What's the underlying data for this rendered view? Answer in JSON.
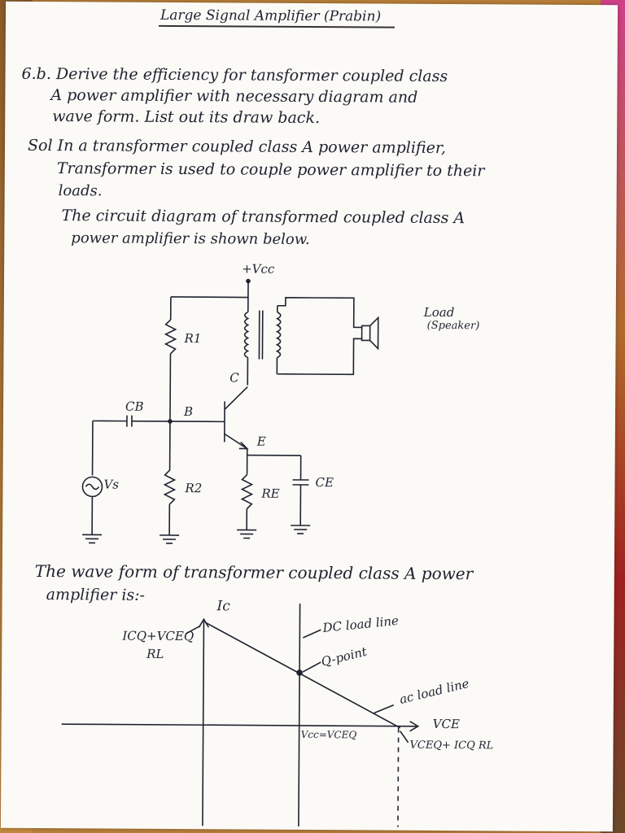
{
  "page": {
    "title": "Large Signal Amplifier (Prabin)",
    "question": {
      "line1": "6.b. Derive the efficiency for tansformer coupled class",
      "line2": "A power amplifier with necessary diagram and",
      "line3": "wave form. List out its draw back."
    },
    "answer": {
      "line1": "Sol In a transformer coupled class A power amplifier,",
      "line2": "Transformer is used to couple power amplifier to their",
      "line3": "loads."
    },
    "circuit_intro": {
      "line1": "The circuit diagram of transformed coupled class A",
      "line2": "power amplifier is shown below."
    },
    "circuit_labels": {
      "vcc": "+Vcc",
      "r1": "R1",
      "r2": "R2",
      "re": "RE",
      "ce": "CE",
      "cb": "CB",
      "b": "B",
      "c": "C",
      "e": "E",
      "vs": "Vs",
      "load1": "Load",
      "load2": "(Speaker)"
    },
    "waveform_intro": {
      "line1": "The wave form of transformer coupled class A power",
      "line2": "amplifier is:-"
    },
    "graph_labels": {
      "ic": "Ic",
      "y_intercept_top": "ICQ+VCEQ",
      "y_intercept_bottom": "RL",
      "dc_load_line": "DC load line",
      "q_point": "Q-point",
      "ac_load_line": "ac load line",
      "vce": "VCE",
      "vcc_vceq": "Vcc=VCEQ",
      "x_intercept": "VCEQ+ ICQ RL"
    }
  }
}
